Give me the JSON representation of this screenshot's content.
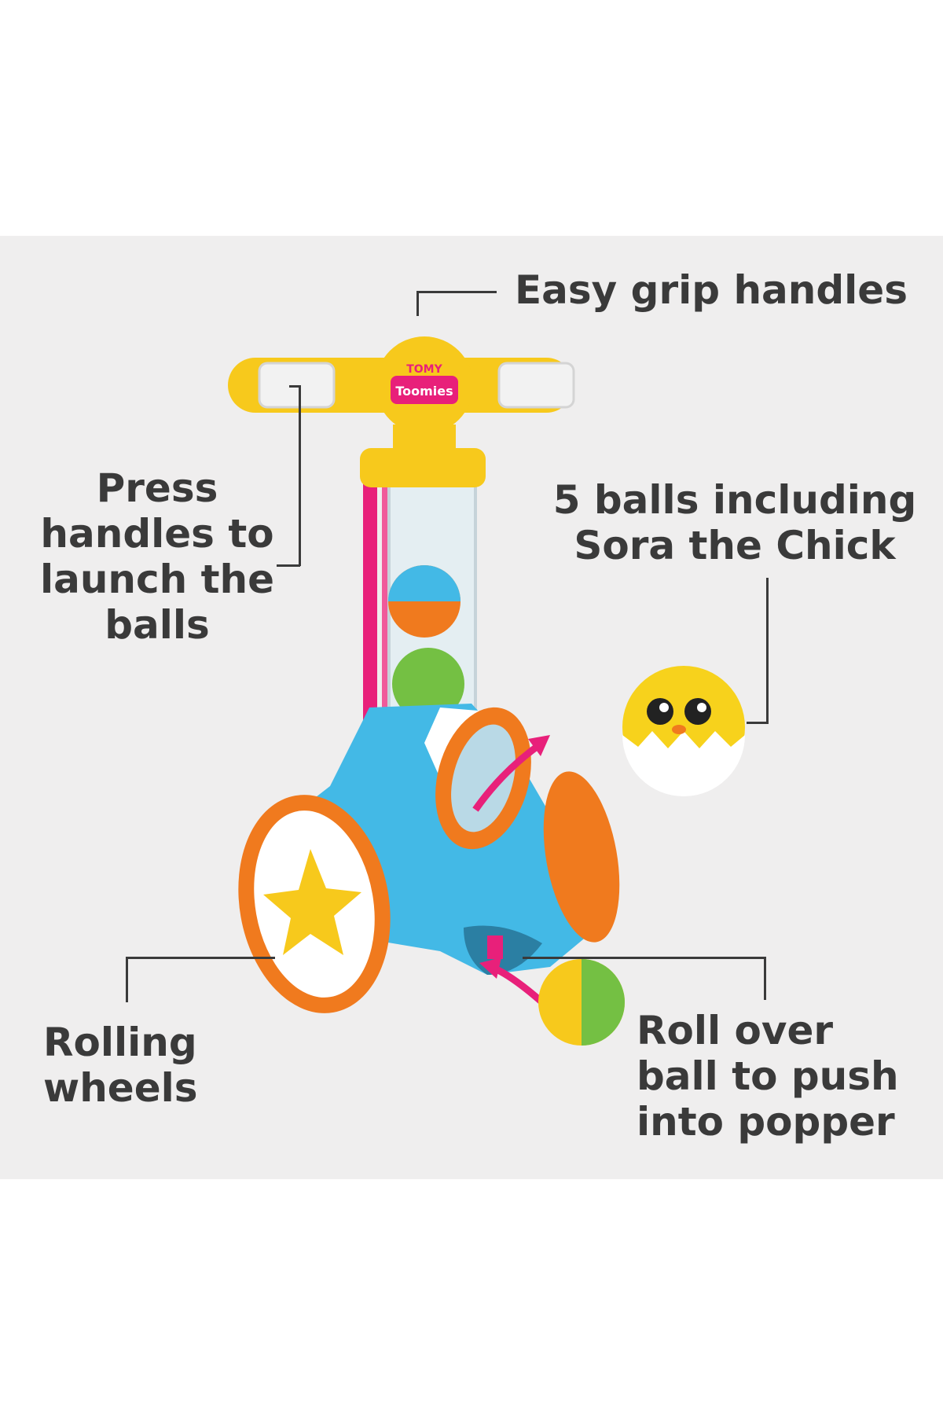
{
  "brand": {
    "top": "TOMY",
    "bottom": "Toomies"
  },
  "callouts": {
    "grip": "Easy grip handles",
    "press": [
      "Press",
      "handles to",
      "launch the",
      "balls"
    ],
    "balls": [
      "5 balls including",
      "Sora the Chick"
    ],
    "wheels": [
      "Rolling",
      "wheels"
    ],
    "roll": [
      "Roll over",
      "ball to push",
      "into popper"
    ]
  },
  "colors": {
    "background": "#efeeee",
    "text": "#3a3a3a",
    "yellow": "#f7c91c",
    "blue": "#43b9e6",
    "orange": "#f07a1e",
    "pink": "#e8207a",
    "green": "#74c043"
  }
}
